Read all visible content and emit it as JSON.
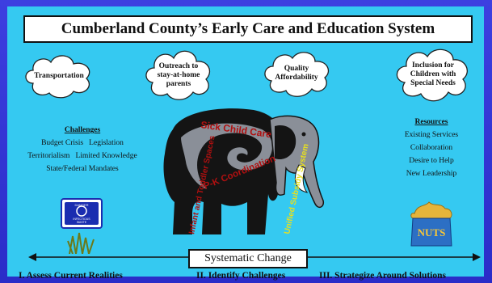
{
  "title": "Cumberland County’s Early Care and Education System",
  "clouds": {
    "transportation": "Transportation",
    "outreach": [
      "Outreach to",
      "stay-at-home",
      "parents"
    ],
    "quality": [
      "Quality",
      "Affordability"
    ],
    "inclusion": [
      "Inclusion for",
      "Children with",
      "Special Needs"
    ]
  },
  "challenges": {
    "heading": "Challenges",
    "line1": "Budget Crisis   Legislation",
    "line2": "Territorialism   Limited Knowledge",
    "line3": "State/Federal Mandates"
  },
  "resources": {
    "heading": "Resources",
    "items": [
      "Existing Services",
      "Collaboration",
      "Desire to Help",
      "New Leadership"
    ]
  },
  "elephant_labels": {
    "sick_child_care": "Sick Child Care",
    "pk_coordination": "P-K Coordination",
    "infant_toddler": "Infant and Toddler Spaces",
    "subsidy": "Unified Subsidy System"
  },
  "hazard_sign": [
    "DANGER",
    "INFECTIOUS",
    "WASTE"
  ],
  "nuts_label": "NUTS",
  "systematic_change": "Systematic Change",
  "stages": [
    "I. Assess Current Realities",
    "II. Identify Challenges",
    "III. Strategize Around Solutions"
  ],
  "colors": {
    "frame": "#2a2cc8",
    "panel": "#35c9f1",
    "elephant_dark": "#141414",
    "elephant_gray": "#8a8f98"
  }
}
